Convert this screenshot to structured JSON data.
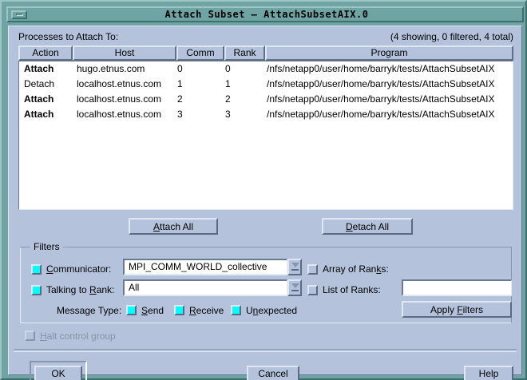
{
  "window": {
    "title": "Attach Subset – AttachSubsetAIX.0",
    "minimize_icon": "minimize-icon"
  },
  "header": {
    "list_label": "Processes to Attach To:",
    "status": "(4 showing, 0 filtered, 4 total)"
  },
  "table": {
    "columns": [
      "Action",
      "Host",
      "Comm",
      "Rank",
      "Program"
    ],
    "rows": [
      {
        "action": "Attach",
        "host": "hugo.etnus.com",
        "comm": "0",
        "rank": "0",
        "program": "/nfs/netapp0/user/home/barryk/tests/AttachSubsetAIX",
        "bold": true
      },
      {
        "action": "Detach",
        "host": "localhost.etnus.com",
        "comm": "1",
        "rank": "1",
        "program": "/nfs/netapp0/user/home/barryk/tests/AttachSubsetAIX",
        "bold": false
      },
      {
        "action": "Attach",
        "host": "localhost.etnus.com",
        "comm": "2",
        "rank": "2",
        "program": "/nfs/netapp0/user/home/barryk/tests/AttachSubsetAIX",
        "bold": true
      },
      {
        "action": "Attach",
        "host": "localhost.etnus.com",
        "comm": "3",
        "rank": "3",
        "program": "/nfs/netapp0/user/home/barryk/tests/AttachSubsetAIX",
        "bold": true
      }
    ]
  },
  "list_actions": {
    "attach_all": {
      "pre": "",
      "mnemonic": "A",
      "post": "ttach All"
    },
    "detach_all": {
      "pre": "",
      "mnemonic": "D",
      "post": "etach All"
    }
  },
  "filters": {
    "title": "Filters",
    "communicator": {
      "checked": true,
      "label_pre": "",
      "label_mnemonic": "C",
      "label_post": "ommunicator:",
      "value": "MPI_COMM_WORLD_collective"
    },
    "talking_to_rank": {
      "checked": true,
      "label_pre": "Talking to ",
      "label_mnemonic": "R",
      "label_post": "ank:",
      "value": "All"
    },
    "array_of_ranks": {
      "checked": false,
      "label_pre": "Array of Ran",
      "label_mnemonic": "k",
      "label_post": "s:"
    },
    "list_of_ranks": {
      "checked": false,
      "label_pre": "List of Ranks:",
      "label_mnemonic": "",
      "label_post": "",
      "value": ""
    },
    "message_type": {
      "label": "Message Type:",
      "options": [
        {
          "pre": "",
          "mnemonic": "S",
          "post": "end",
          "checked": true
        },
        {
          "pre": "",
          "mnemonic": "R",
          "post": "eceive",
          "checked": true
        },
        {
          "pre": "U",
          "mnemonic": "n",
          "post": "expected",
          "checked": true
        }
      ]
    },
    "apply_button": {
      "pre": "Apply ",
      "mnemonic": "F",
      "post": "ilters"
    }
  },
  "halt_control_group": {
    "checked": false,
    "enabled": false,
    "label_pre": "",
    "label_mnemonic": "H",
    "label_post": "alt control group"
  },
  "footer": {
    "ok": "OK",
    "cancel": "Cancel",
    "help": "Help"
  },
  "colors": {
    "titlebar": "#6ea5a4",
    "dialog_bg": "#b4c3db",
    "list_bg": "#ffffff",
    "checkbox_on": "#00ffff",
    "disabled_text": "#8592aa"
  }
}
